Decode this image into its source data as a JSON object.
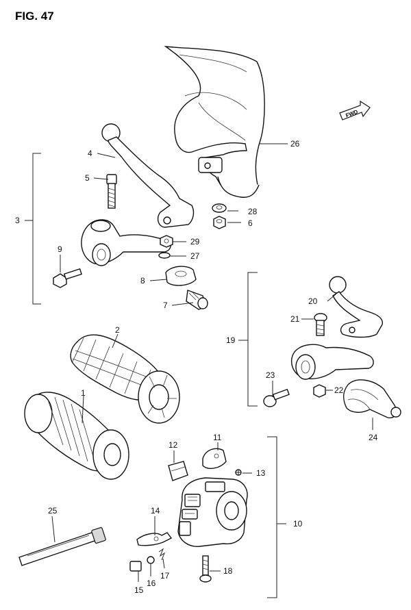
{
  "figure": {
    "title": "FIG. 47",
    "fwd_label": "FWD"
  },
  "callouts": [
    {
      "id": "1",
      "label": "1"
    },
    {
      "id": "2",
      "label": "2"
    },
    {
      "id": "3",
      "label": "3"
    },
    {
      "id": "4",
      "label": "4"
    },
    {
      "id": "5",
      "label": "5"
    },
    {
      "id": "6",
      "label": "6"
    },
    {
      "id": "7",
      "label": "7"
    },
    {
      "id": "8",
      "label": "8"
    },
    {
      "id": "9",
      "label": "9"
    },
    {
      "id": "10",
      "label": "10"
    },
    {
      "id": "11",
      "label": "11"
    },
    {
      "id": "12",
      "label": "12"
    },
    {
      "id": "13",
      "label": "13"
    },
    {
      "id": "14",
      "label": "14"
    },
    {
      "id": "15",
      "label": "15"
    },
    {
      "id": "16",
      "label": "16"
    },
    {
      "id": "17",
      "label": "17"
    },
    {
      "id": "18",
      "label": "18"
    },
    {
      "id": "19",
      "label": "19"
    },
    {
      "id": "20",
      "label": "20"
    },
    {
      "id": "21",
      "label": "21"
    },
    {
      "id": "22",
      "label": "22"
    },
    {
      "id": "23",
      "label": "23"
    },
    {
      "id": "24",
      "label": "24"
    },
    {
      "id": "25",
      "label": "25"
    },
    {
      "id": "26",
      "label": "26"
    },
    {
      "id": "27",
      "label": "27"
    },
    {
      "id": "28",
      "label": "28"
    },
    {
      "id": "29",
      "label": "29"
    }
  ]
}
